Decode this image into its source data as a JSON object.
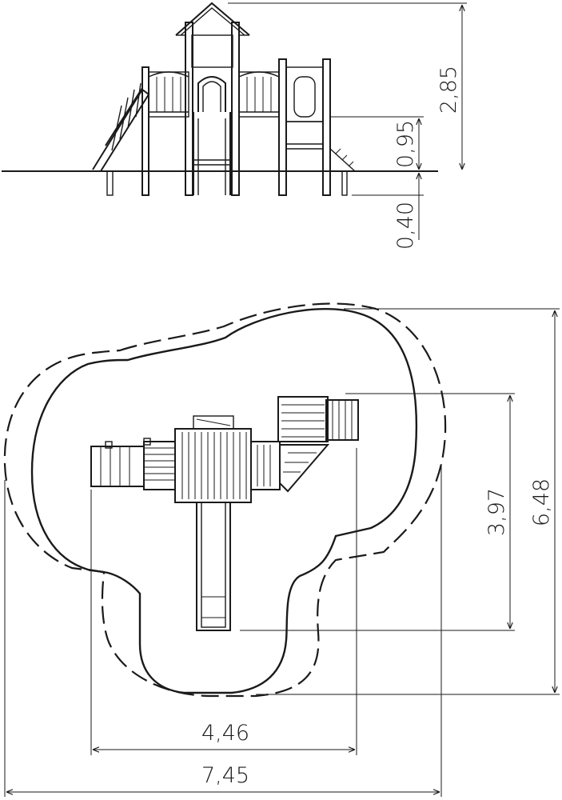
{
  "elevation": {
    "dimensions": {
      "total_height": "2,85",
      "platform_height": "0,95",
      "foundation_depth": "0,40"
    }
  },
  "plan": {
    "dimensions": {
      "structure_depth": "3,97",
      "safety_depth": "6,48",
      "structure_width": "4,46",
      "safety_width": "7,45"
    }
  }
}
